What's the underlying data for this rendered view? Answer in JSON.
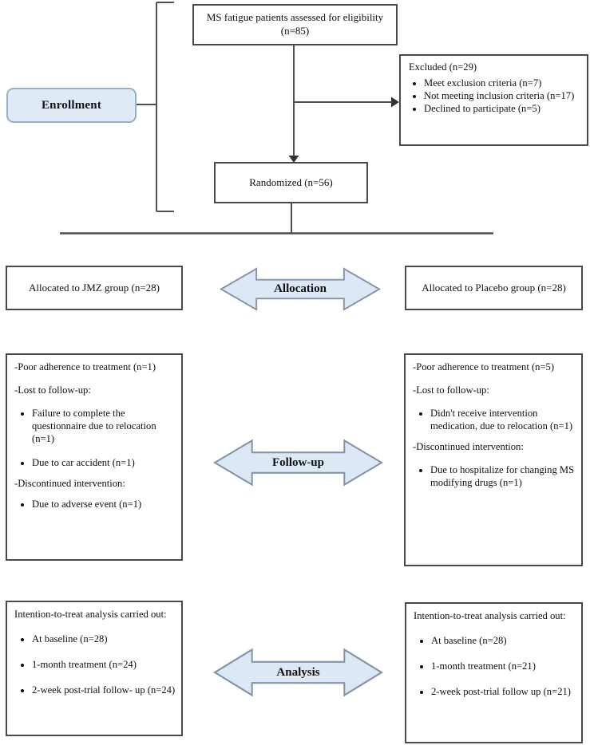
{
  "colors": {
    "line": "#4f4f4f",
    "box_border": "#4a4a4a",
    "banner_fill": "#dce9f5",
    "banner_stroke": "#8494a8",
    "enrollment_fill": "#dfeaf4",
    "enrollment_border": "#93b1ca"
  },
  "boxes": {
    "eligibility": {
      "text": "MS fatigue patients assessed for eligibility (n=85)"
    },
    "excluded": {
      "title": "Excluded (n=29)",
      "bullets": [
        "Meet exclusion criteria (n=7)",
        "Not meeting inclusion criteria (n=17)",
        "Declined to participate (n=5)"
      ]
    },
    "enrollment_label": "Enrollment",
    "randomized": {
      "text": "Randomized (n=56)"
    },
    "allocation_left": {
      "text": "Allocated to JMZ group (n=28)"
    },
    "allocation_right": {
      "text": "Allocated to Placebo group (n=28)"
    },
    "followup_left": {
      "adherence": "-Poor adherence to treatment (n=1)",
      "lost_title": "-Lost to follow-up:",
      "lost_bullets": [
        "Failure to complete the questionnaire due to relocation (n=1)",
        "Due to car accident (n=1)"
      ],
      "discontinued_title": "-Discontinued intervention:",
      "discontinued_bullets": [
        "Due to adverse event (n=1)"
      ]
    },
    "followup_right": {
      "adherence": "-Poor adherence to treatment (n=5)",
      "lost_title": "-Lost to follow-up:",
      "lost_bullets": [
        "Didn't receive intervention medication, due to relocation (n=1)"
      ],
      "discontinued_title": "-Discontinued intervention:",
      "discontinued_bullets": [
        "Due to hospitalize for changing MS modifying drugs (n=1)"
      ]
    },
    "analysis_left": {
      "title": "Intention-to-treat analysis carried out:",
      "bullets": [
        "At baseline (n=28)",
        "1-month treatment (n=24)",
        "2-week post-trial follow- up (n=24)"
      ]
    },
    "analysis_right": {
      "title": "Intention-to-treat analysis carried out:",
      "bullets": [
        "At baseline (n=28)",
        "1-month treatment (n=21)",
        "2-week post-trial follow up (n=21)"
      ]
    }
  },
  "banners": {
    "allocation": "Allocation",
    "followup": "Follow-up",
    "analysis": "Analysis"
  }
}
